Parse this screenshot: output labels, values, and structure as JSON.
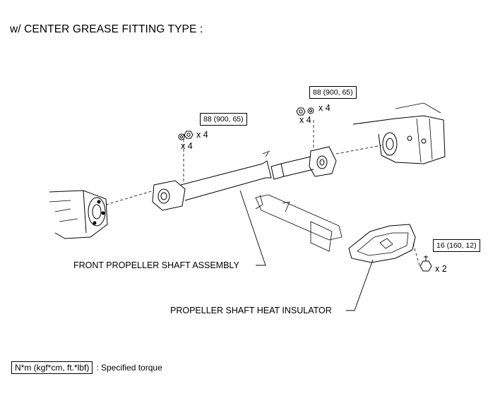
{
  "title": "w/ CENTER GREASE FITTING TYPE :",
  "torques": {
    "front_flange": "88 (900, 65)",
    "rear_flange": "88 (900, 65)",
    "insulator_bolt": "16 (160, 12)"
  },
  "quantities": {
    "front_nut_top": "x 4",
    "front_washer": "x 4",
    "rear_washer": "x 4",
    "rear_nut": "x 4",
    "insulator_bolt": "x 2"
  },
  "labels": {
    "propeller_shaft": "FRONT PROPELLER SHAFT ASSEMBLY",
    "heat_insulator": "PROPELLER SHAFT HEAT INSULATOR"
  },
  "legend": {
    "unit_box": "N*m (kgf*cm, ft.*lbf)",
    "description": ": Specified torque"
  }
}
